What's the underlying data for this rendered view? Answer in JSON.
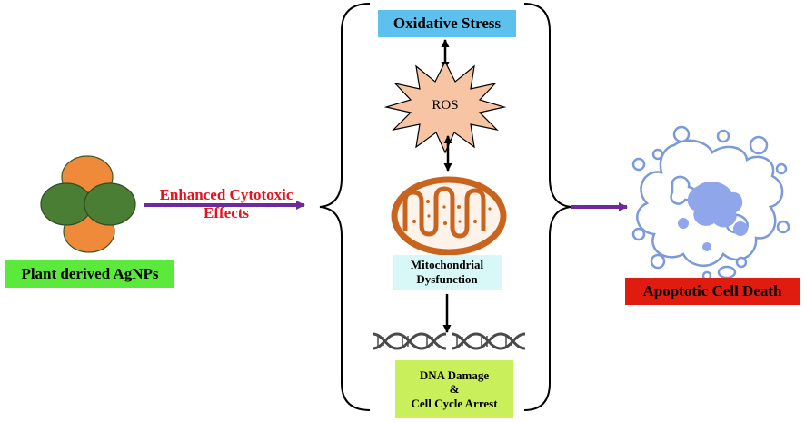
{
  "source": {
    "label": "Plant derived AgNPs",
    "box_color": "#5BEA3C",
    "orange_color": "#EE8A3A",
    "green_color": "#4A7E34"
  },
  "effect": {
    "line1": "Enhanced Cytotoxic",
    "line2": "Effects",
    "text_color": "#E8121E"
  },
  "arrow_color": "#6E2A9C",
  "mechanisms": {
    "oxidative_stress": {
      "label": "Oxidative Stress",
      "color": "#5EC0EC"
    },
    "ros": {
      "label": "ROS",
      "color": "#F7C4A4"
    },
    "mitochondrial": {
      "line1": "Mitochondrial",
      "line2": "Dysfunction",
      "color": "#D8F8F8"
    },
    "dna": {
      "line1": "DNA Damage",
      "line2": "&",
      "line3": "Cell Cycle Arrest",
      "color": "#C9F05A"
    }
  },
  "outcome": {
    "label": "Apoptotic Cell Death",
    "color": "#E01B10"
  }
}
